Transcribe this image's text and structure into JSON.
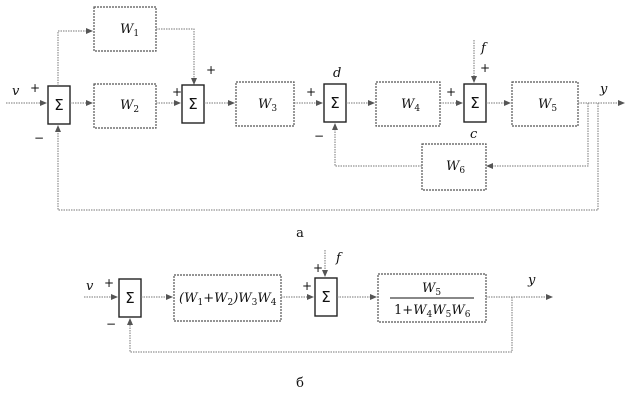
{
  "diagram_a": {
    "caption": "а",
    "blocks": {
      "w1": {
        "sym": "W",
        "sub": "1"
      },
      "w2": {
        "sym": "W",
        "sub": "2"
      },
      "w3": {
        "sym": "W",
        "sub": "3"
      },
      "w4": {
        "sym": "W",
        "sub": "4"
      },
      "w5": {
        "sym": "W",
        "sub": "5"
      },
      "w6": {
        "sym": "W",
        "sub": "6"
      }
    },
    "summer_symbol": "Σ",
    "signals": {
      "input": "v",
      "output": "y",
      "disturbance": "f",
      "node_d": "d",
      "node_c": "c"
    },
    "signs": {
      "plus": "+",
      "minus": "−"
    }
  },
  "diagram_b": {
    "caption": "б",
    "summer_symbol": "Σ",
    "signals": {
      "input": "v",
      "output": "y",
      "disturbance": "f"
    },
    "signs": {
      "plus": "+",
      "minus": "−"
    },
    "block1": {
      "open1": "(",
      "w1": "W",
      "s1": "1",
      "plus": "+",
      "w2": "W",
      "s2": "2",
      "close": ")",
      "w3": "W",
      "s3": "3",
      "w4": "W",
      "s4": "4"
    },
    "block2": {
      "num_w": "W",
      "num_s": "5",
      "den_1": "1+",
      "den_w4": "W",
      "den_s4": "4",
      "den_w5": "W",
      "den_s5": "5",
      "den_w6": "W",
      "den_s6": "6"
    }
  }
}
